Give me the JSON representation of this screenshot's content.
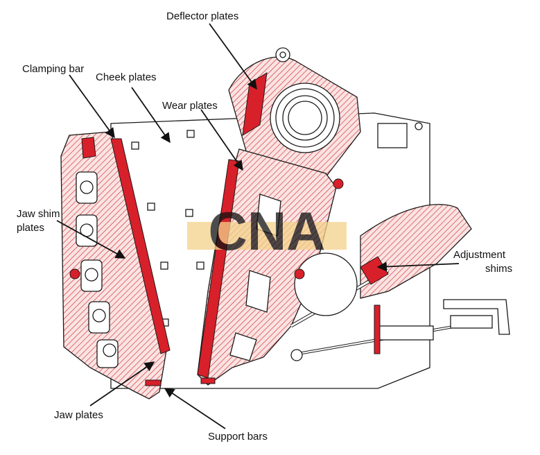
{
  "labels": {
    "deflector_plates": "Deflector plates",
    "clamping_bar": "Clamping bar",
    "cheek_plates": "Cheek plates",
    "wear_plates": "Wear plates",
    "jaw_shim_line1": "Jaw shim",
    "jaw_shim_line2": "plates",
    "adjustment_line1": "Adjustment",
    "adjustment_line2": "shims",
    "jaw_plates": "Jaw plates",
    "support_bars": "Support bars"
  },
  "watermark": {
    "text": "CNA"
  },
  "colors": {
    "hatch": "#d23a3a",
    "solid_red": "#d8202a",
    "outline": "#1a1a1a",
    "watermark_blue": "#8fb6dd",
    "watermark_yellow": "#f3d28a"
  }
}
